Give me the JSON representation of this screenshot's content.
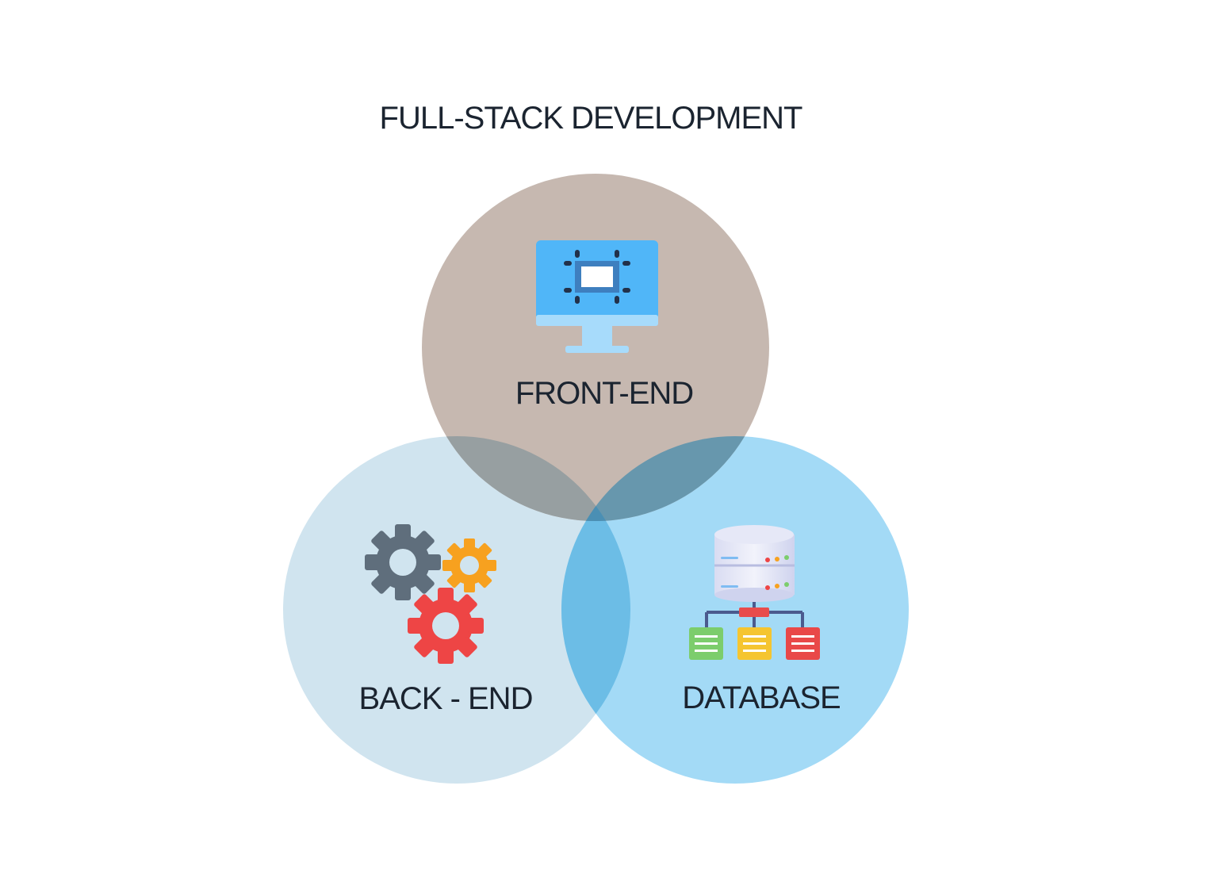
{
  "title": "FULL-STACK DEVELOPMENT",
  "circles": {
    "front_end": {
      "label": "FRONT-END",
      "color": "#c6b8b0",
      "icon": "monitor-icon"
    },
    "back_end": {
      "label": "BACK - END",
      "color": "#d0e4ef",
      "icon": "gears-icon"
    },
    "database": {
      "label": "DATABASE",
      "color": "#a3daf6",
      "icon": "database-icon"
    }
  },
  "overlap_colors": {
    "front_back": "#979fa1",
    "front_database": "#6797ad",
    "back_database": "#6cbde6",
    "all_three": "#4a8fb4"
  },
  "icon_colors": {
    "monitor_screen": "#50b6f8",
    "monitor_stand": "#a7dbfb",
    "gear_gray": "#5f6e7c",
    "gear_orange": "#f7a11f",
    "gear_red": "#ee4545",
    "db_green": "#7ccd6c",
    "db_yellow": "#f5c530",
    "db_red": "#e94848",
    "db_connector": "#4b5a8e"
  }
}
